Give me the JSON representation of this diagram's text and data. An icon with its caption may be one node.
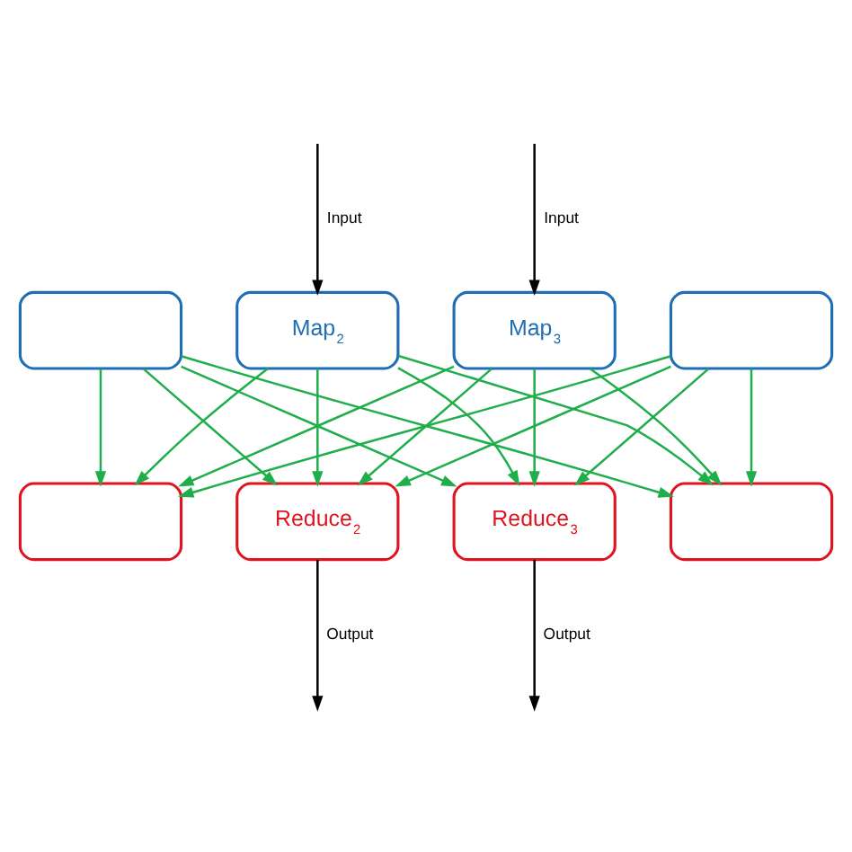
{
  "diagram": {
    "nodes": [
      {
        "text": [],
        "shape": "box"
      },
      {
        "text": [
          "Map$_{2}$"
        ]
      },
      {
        "text": [
          "Map$_{3}$"
        ]
      },
      {
        "text": [],
        "shape": "box"
      },
      {
        "text": [],
        "shape": "box"
      },
      {
        "text": [
          "Reduce$_{2}$"
        ]
      },
      {
        "text": [
          "Reduce$_{3}$"
        ]
      },
      {
        "text": [],
        "shape": "box"
      }
    ],
    "edges": [
      {
        "from": null,
        "to": 1,
        "arrow": "to",
        "label": "Input",
        "color": "#000000"
      },
      {
        "from": null,
        "to": 2,
        "arrow": "to",
        "label": "Input",
        "color": "#000000"
      },
      {
        "from": 0,
        "to": 4,
        "arrow": "to"
      },
      {
        "from": 0,
        "to": 5,
        "arrow": "to"
      },
      {
        "from": 0,
        "to": 6,
        "arrow": "to"
      },
      {
        "from": 0,
        "to": 7,
        "arrow": "to"
      },
      {
        "from": 1,
        "to": 4,
        "arrow": "to"
      },
      {
        "from": 1,
        "to": 5,
        "arrow": "to"
      },
      {
        "from": 1,
        "to": 6,
        "arrow": "to"
      },
      {
        "from": 1,
        "to": 7,
        "arrow": "to"
      },
      {
        "from": 2,
        "to": 4,
        "arrow": "to"
      },
      {
        "from": 2,
        "to": 5,
        "arrow": "to"
      },
      {
        "from": 2,
        "to": 6,
        "arrow": "to"
      },
      {
        "from": 2,
        "to": 7,
        "arrow": "to"
      },
      {
        "from": 3,
        "to": 4,
        "arrow": "to"
      },
      {
        "from": 3,
        "to": 5,
        "arrow": "to"
      },
      {
        "from": 3,
        "to": 6,
        "arrow": "to"
      },
      {
        "from": 3,
        "to": 7,
        "arrow": "to"
      },
      {
        "from": 5,
        "to": null,
        "arrow": "to",
        "label": "Output",
        "color": "#000000"
      },
      {
        "from": 6,
        "to": null,
        "arrow": "to",
        "label": "Output",
        "color": "#000000"
      }
    ]
  }
}
